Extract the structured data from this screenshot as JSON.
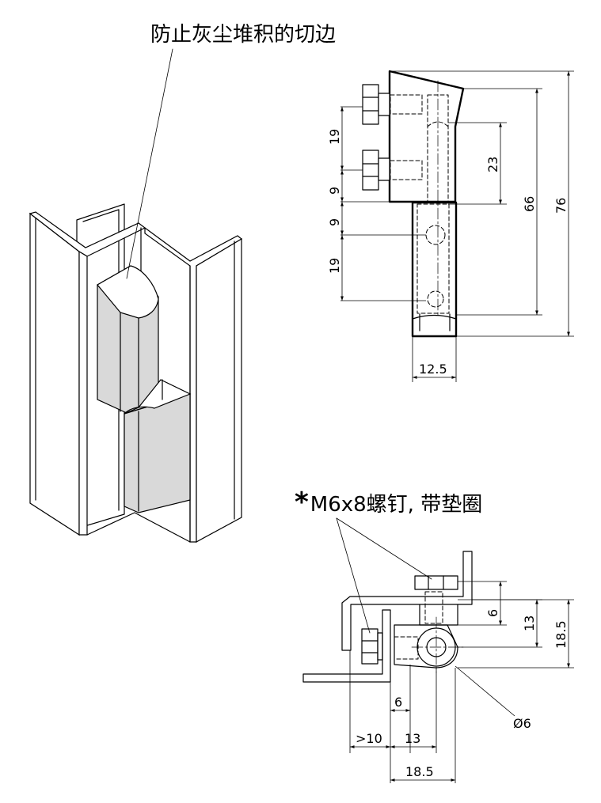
{
  "callouts": {
    "dust_edge": "防止灰尘堆积的切边",
    "screw_prefix": "*",
    "screw": "M6x8螺钉, 带垫圈"
  },
  "side_view": {
    "dim_12_5": "12.5",
    "dim_19_top": "19",
    "dim_9_a": "9",
    "dim_9_b": "9",
    "dim_19_bottom": "19",
    "dim_23": "23",
    "dim_66": "66",
    "dim_76": "76"
  },
  "plan_view": {
    "dim_6_v": "6",
    "dim_13_v": "13",
    "dim_18_5_v": "18.5",
    "dim_6_h": "6",
    "dim_gt10": ">10",
    "dim_13_h": "13",
    "dim_18_5_h": "18.5",
    "dia_6": "Ø6"
  }
}
